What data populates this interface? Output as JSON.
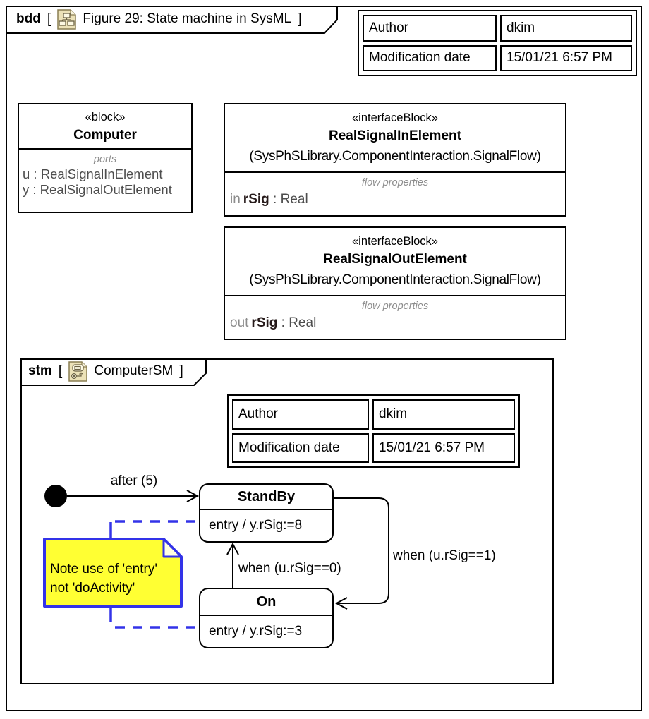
{
  "frame": {
    "kind": "bdd",
    "bracket_open": "[",
    "bracket_close": "]",
    "title": "Figure 29: State machine in SysML"
  },
  "info_table": {
    "rows": [
      {
        "label": "Author",
        "value": "dkim"
      },
      {
        "label": "Modification date",
        "value": "15/01/21 6:57 PM"
      }
    ]
  },
  "blocks": {
    "computer": {
      "stereotype": "«block»",
      "name": "Computer",
      "compartment_label": "ports",
      "ports": [
        "u : RealSignalInElement",
        "y : RealSignalOutElement"
      ]
    },
    "real_signal_in": {
      "stereotype": "«interfaceBlock»",
      "name": "RealSignalInElement",
      "qualifier": "(SysPhSLibrary.ComponentInteraction.SignalFlow)",
      "compartment_label": "flow properties",
      "flow_direction": "in",
      "flow_name": "rSig",
      "flow_type": " : Real"
    },
    "real_signal_out": {
      "stereotype": "«interfaceBlock»",
      "name": "RealSignalOutElement",
      "qualifier": "(SysPhSLibrary.ComponentInteraction.SignalFlow)",
      "compartment_label": "flow properties",
      "flow_direction": "out",
      "flow_name": "rSig",
      "flow_type": " : Real"
    }
  },
  "state_machine": {
    "kind": "stm",
    "bracket_open": "[",
    "bracket_close": "]",
    "title": "ComputerSM",
    "info_table": {
      "rows": [
        {
          "label": "Author",
          "value": "dkim"
        },
        {
          "label": "Modification date",
          "value": "15/01/21 6:57 PM"
        }
      ]
    },
    "initial_transition_label": "after (5)",
    "states": [
      {
        "name": "StandBy",
        "entry": "entry / y.rSig:=8"
      },
      {
        "name": "On",
        "entry": "entry / y.rSig:=3"
      }
    ],
    "transitions": [
      {
        "label": "when (u.rSig==0)"
      },
      {
        "label": "when (u.rSig==1)"
      }
    ],
    "note": {
      "line1": "Note use of 'entry'",
      "line2": "not 'doActivity'"
    }
  },
  "colors": {
    "note_fill": "#FFFF33",
    "note_border": "#3333E8",
    "anchor_blue": "#3333E8",
    "line_black": "#000000",
    "gray_label": "#8C8C8C",
    "port_text": "#4D4D4D",
    "icon_fill": "#ECE2B8",
    "icon_stroke": "#8A7E52"
  }
}
